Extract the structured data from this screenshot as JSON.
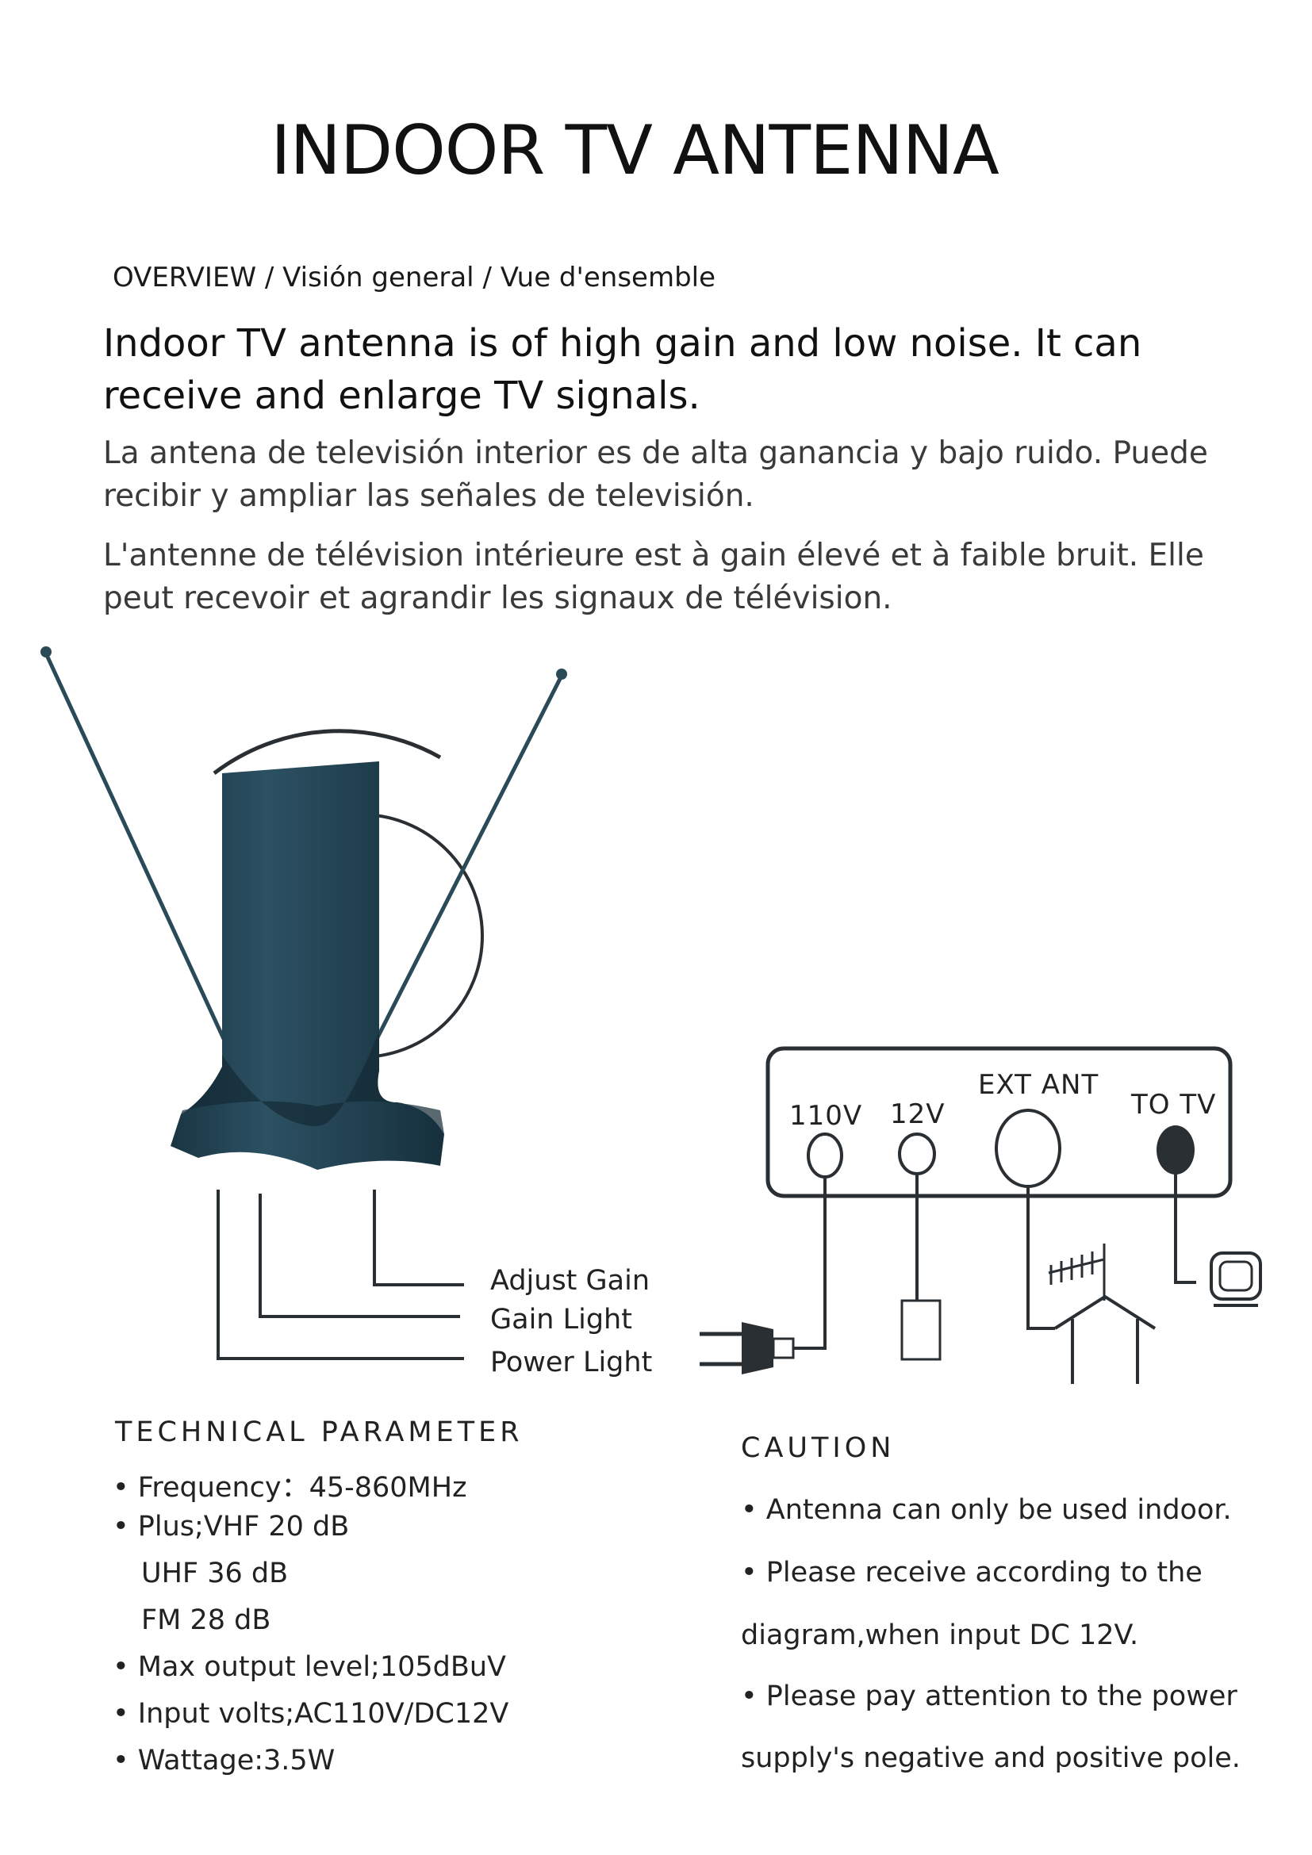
{
  "title": "INDOOR TV ANTENNA",
  "overview_label": "OVERVIEW / Visión general / Vue d'ensemble",
  "intro": {
    "en": "Indoor TV antenna is of high gain and low noise. It can receive and enlarge TV signals.",
    "es": "La antena de televisión interior es de alta ganancia y bajo ruido. Puede recibir y ampliar las señales de televisión.",
    "fr": "L'antenne de télévision intérieure est à gain élevé et à faible bruit. Elle peut recevoir et agrandir les signaux de télévision."
  },
  "antenna_labels": {
    "adjust_gain": "Adjust Gain",
    "gain_light": "Gain Light",
    "power_light": "Power Light"
  },
  "ports": {
    "v110": "110V",
    "v12": "12V",
    "ext_ant": "EXT ANT",
    "to_tv": "TO TV"
  },
  "technical": {
    "heading": "TECHNICAL PARAMETER",
    "lines": [
      "• Frequency：45-860MHz",
      "• Plus;VHF 20 dB",
      "UHF 36 dB",
      "FM 28 dB",
      "• Max output level;105dBuV",
      "• Input volts;AC110V/DC12V",
      "• Wattage:3.5W"
    ]
  },
  "caution": {
    "heading": "CAUTION",
    "lines": [
      "• Antenna can only be used indoor.",
      "• Please receive according to the",
      "diagram,when input DC 12V.",
      "• Please pay attention to the power",
      "supply's negative and positive pole."
    ]
  },
  "colors": {
    "antenna_body": "#1f3e4c",
    "antenna_highlight": "#2f5566",
    "line": "#2a2f33",
    "port_fill": "#2a2f33"
  }
}
